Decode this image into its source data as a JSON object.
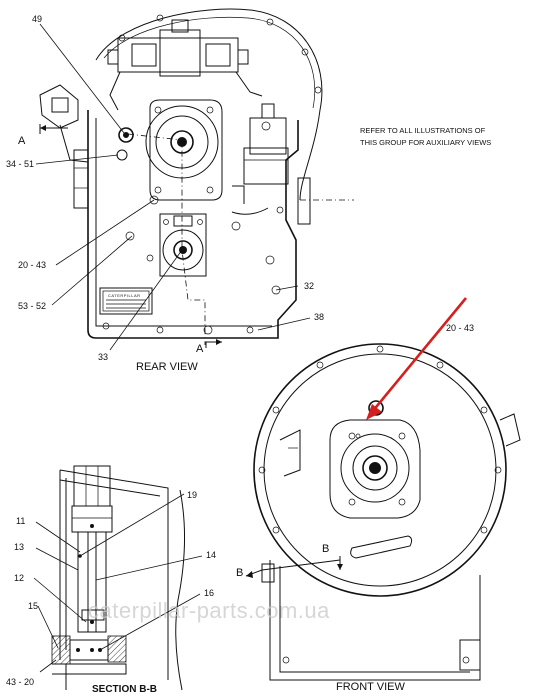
{
  "views": {
    "rear_title": "REAR VIEW",
    "front_title": "FRONT VIEW",
    "section_title": "SECTION  B-B"
  },
  "note": {
    "line1": "REFER TO ALL ILLUSTRATIONS OF",
    "line2": "THIS GROUP FOR AUXILIARY VIEWS"
  },
  "nameplate": "CATERPILLAR",
  "section_markers": {
    "a_top": "A",
    "a_bottom": "A",
    "b_left": "B",
    "b_right": "B"
  },
  "callouts_rear": {
    "c49": "49",
    "c34_51": "34 - 51",
    "c20_43": "20 - 43",
    "c53_52": "53 - 52",
    "c33": "33",
    "c32": "32",
    "c38": "38"
  },
  "callouts_front": {
    "c20_43": "20 - 43"
  },
  "callouts_section": {
    "c19": "19",
    "c11": "11",
    "c13": "13",
    "c14": "14",
    "c12": "12",
    "c16": "16",
    "c15": "15",
    "c43_20": "43 - 20"
  },
  "watermark": "caterpillar-parts.com.ua",
  "colors": {
    "line": "#111111",
    "pointer_arrow": "#d42020",
    "watermark": "#c9c9c9"
  }
}
